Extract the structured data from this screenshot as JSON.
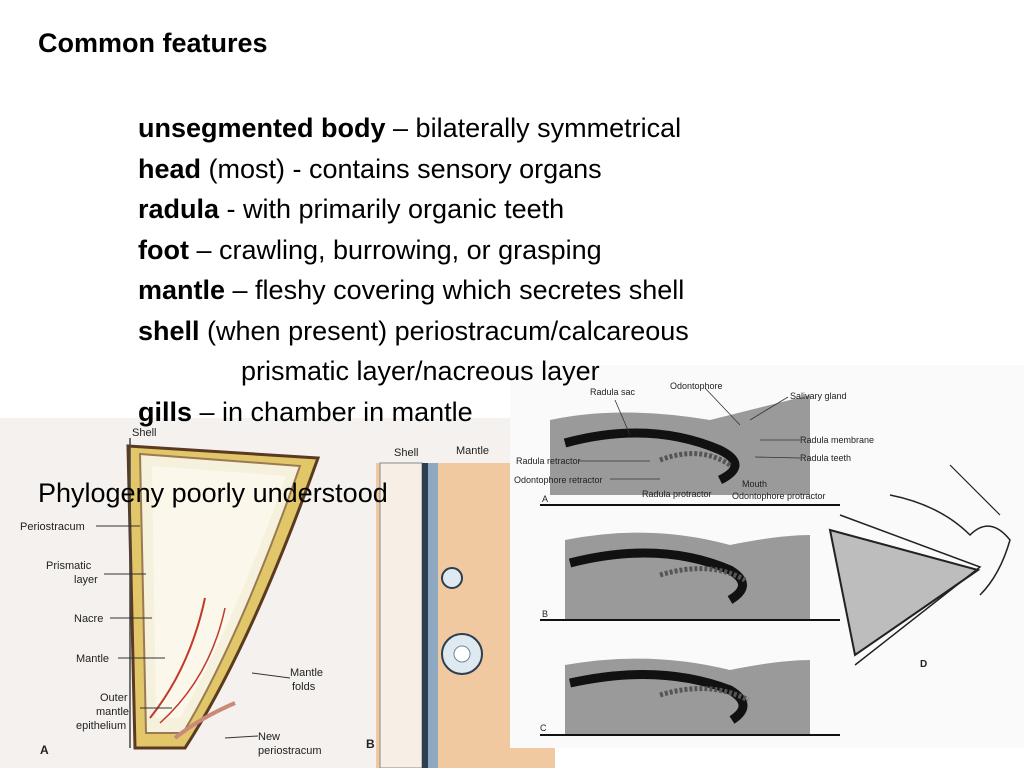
{
  "slide": {
    "title": "Common features",
    "features": [
      {
        "term": "unsegmented body",
        "desc": " – bilaterally symmetrical"
      },
      {
        "term": "head",
        "desc": " (most) - contains sensory organs"
      },
      {
        "term": "radula",
        "desc": " - with primarily organic teeth"
      },
      {
        "term": "foot",
        "desc": " – crawling, burrowing, or grasping"
      },
      {
        "term": "mantle",
        "desc": " – fleshy covering which secretes shell"
      },
      {
        "term": "shell",
        "desc": " (when present) periostracum/calcareous"
      },
      {
        "term": "",
        "desc": "prismatic layer/nacreous layer"
      },
      {
        "term": "gills",
        "desc": " – in chamber in mantle"
      }
    ],
    "footnote": "Phylogeny poorly understood"
  },
  "shell_figure": {
    "labels": {
      "shell": "Shell",
      "periostracum": "Periostracum",
      "prismatic": "Prismatic",
      "prismatic_2": "layer",
      "nacre": "Nacre",
      "mantle": "Mantle",
      "outer": "Outer",
      "outer_2": "mantle",
      "outer_3": "epithelium",
      "mantle_folds": "Mantle",
      "mantle_folds_2": "folds",
      "new_periostracum": "New",
      "new_periostracum_2": "periostracum",
      "panel_a": "A",
      "panel_b": "B",
      "shell_b": "Shell",
      "mantle_b": "Mantle"
    }
  },
  "radula_figure": {
    "labels": {
      "radula_sac": "Radula sac",
      "odontophore": "Odontophore",
      "salivary_gland": "Salivary gland",
      "radula_membrane": "Radula membrane",
      "radula_teeth": "Radula teeth",
      "radula_retractor": "Radula retractor",
      "odontophore_retractor": "Odontophore retractor",
      "radula_protractor": "Radula protractor",
      "mouth": "Mouth",
      "odontophore_protractor": "Odontophore protractor",
      "panel_a": "A",
      "panel_b": "B",
      "panel_c": "C",
      "panel_d": "D"
    }
  }
}
